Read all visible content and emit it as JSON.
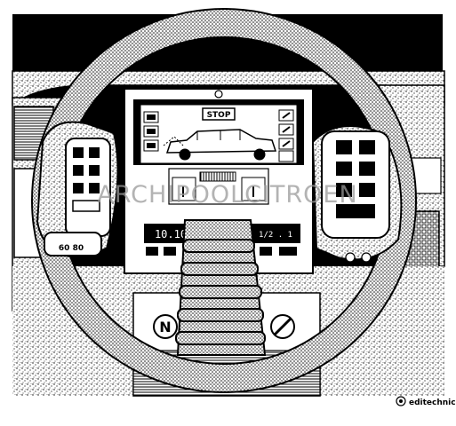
{
  "illustration": {
    "subject": "steering wheel and instrument console"
  },
  "display": {
    "stop_label": "STOP",
    "clock_text": "10.10",
    "gear_text": "1/2 . 1"
  },
  "watermark": {
    "text": "ARCHIPOOLCITROEN"
  },
  "logo": {
    "brand_text": "editechnic"
  },
  "buttons": {
    "left_pod_label": "60 80",
    "hazard_label": "N"
  },
  "colors": {
    "ink": "#000000",
    "paper": "#ffffff",
    "watermark": "#9a9a9a"
  }
}
